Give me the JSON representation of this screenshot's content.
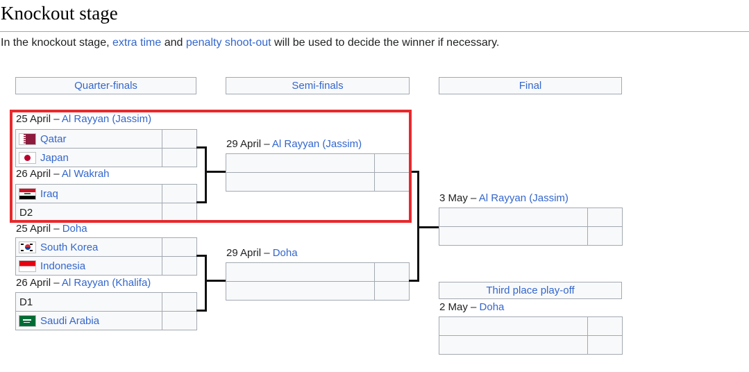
{
  "page": {
    "title": "Knockout stage",
    "intro": {
      "pre": "In the knockout stage, ",
      "link1": "extra time",
      "mid": " and ",
      "link2": "penalty shoot-out",
      "post": " will be used to decide the winner if necessary."
    }
  },
  "colors": {
    "link": "#3366cc",
    "text": "#202122",
    "cell_border": "#a2a9b1",
    "cell_background": "#f8f9fa",
    "bracket_line": "#111111",
    "highlight": "#e8282c"
  },
  "headers": {
    "quarter_finals": "Quarter-finals",
    "semi_finals": "Semi-finals",
    "final": "Final",
    "third_place": "Third place play-off"
  },
  "matches": {
    "qf1": {
      "date": "25 April –",
      "venue": "Al Rayyan (Jassim)",
      "team1": {
        "name": "Qatar",
        "flag_icon": "qatar-flag",
        "flag_class": "flag flag-qat",
        "score": ""
      },
      "team2": {
        "name": "Japan",
        "flag_icon": "japan-flag",
        "flag_class": "flag flag-jpn",
        "score": ""
      }
    },
    "qf2": {
      "date": "26 April –",
      "venue": "Al Wakrah",
      "team1": {
        "name": "Iraq",
        "flag_icon": "iraq-flag",
        "flag_class": "flag flag-irq",
        "score": ""
      },
      "team2": {
        "name": "D2",
        "score": ""
      }
    },
    "qf3": {
      "date": "25 April –",
      "venue": "Doha",
      "team1": {
        "name": "South Korea",
        "flag_icon": "south-korea-flag",
        "flag_class": "flag flag-kor",
        "score": ""
      },
      "team2": {
        "name": "Indonesia",
        "flag_icon": "indonesia-flag",
        "flag_class": "flag flag-idn",
        "score": ""
      }
    },
    "qf4": {
      "date": "26 April –",
      "venue": "Al Rayyan (Khalifa)",
      "team1": {
        "name": "D1",
        "score": ""
      },
      "team2": {
        "name": "Saudi Arabia",
        "flag_icon": "saudi-arabia-flag",
        "flag_class": "flag flag-ksa",
        "score": ""
      }
    },
    "sf1": {
      "date": "29 April –",
      "venue": "Al Rayyan (Jassim)",
      "team1": {
        "name": "",
        "score": ""
      },
      "team2": {
        "name": "",
        "score": ""
      }
    },
    "sf2": {
      "date": "29 April –",
      "venue": "Doha",
      "team1": {
        "name": "",
        "score": ""
      },
      "team2": {
        "name": "",
        "score": ""
      }
    },
    "final": {
      "date": "3 May –",
      "venue": "Al Rayyan (Jassim)",
      "team1": {
        "name": "",
        "score": ""
      },
      "team2": {
        "name": "",
        "score": ""
      }
    },
    "third_place": {
      "date": "2 May –",
      "venue": "Doha",
      "team1": {
        "name": "",
        "score": ""
      },
      "team2": {
        "name": "",
        "score": ""
      }
    }
  },
  "annotation": {
    "type": "highlight-rectangle",
    "color": "#e8282c"
  }
}
